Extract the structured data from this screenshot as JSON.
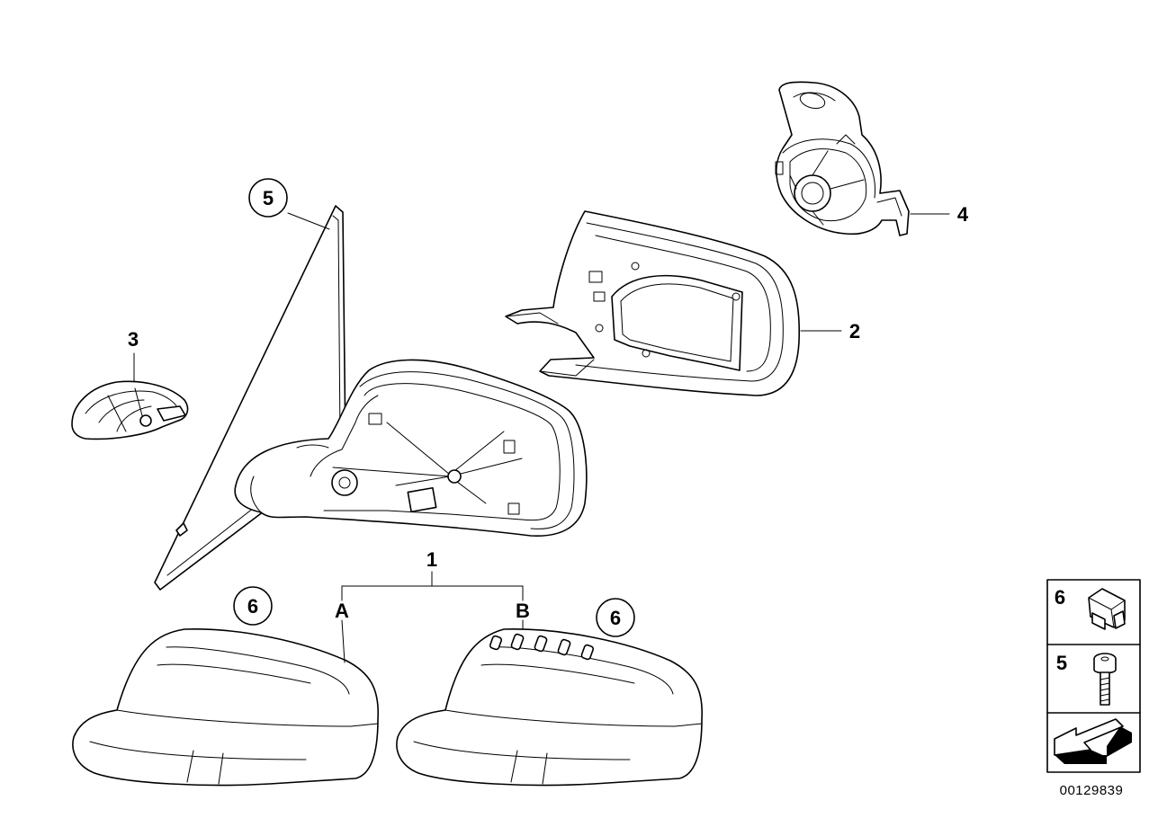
{
  "callouts": {
    "c1": "1",
    "c2": "2",
    "c3": "3",
    "c4": "4",
    "c5": "5",
    "c6_left": "6",
    "c6_right": "6",
    "variant_a": "A",
    "variant_b": "B"
  },
  "legend": {
    "item_6": "6",
    "item_5": "5"
  },
  "document_number": "00129839"
}
